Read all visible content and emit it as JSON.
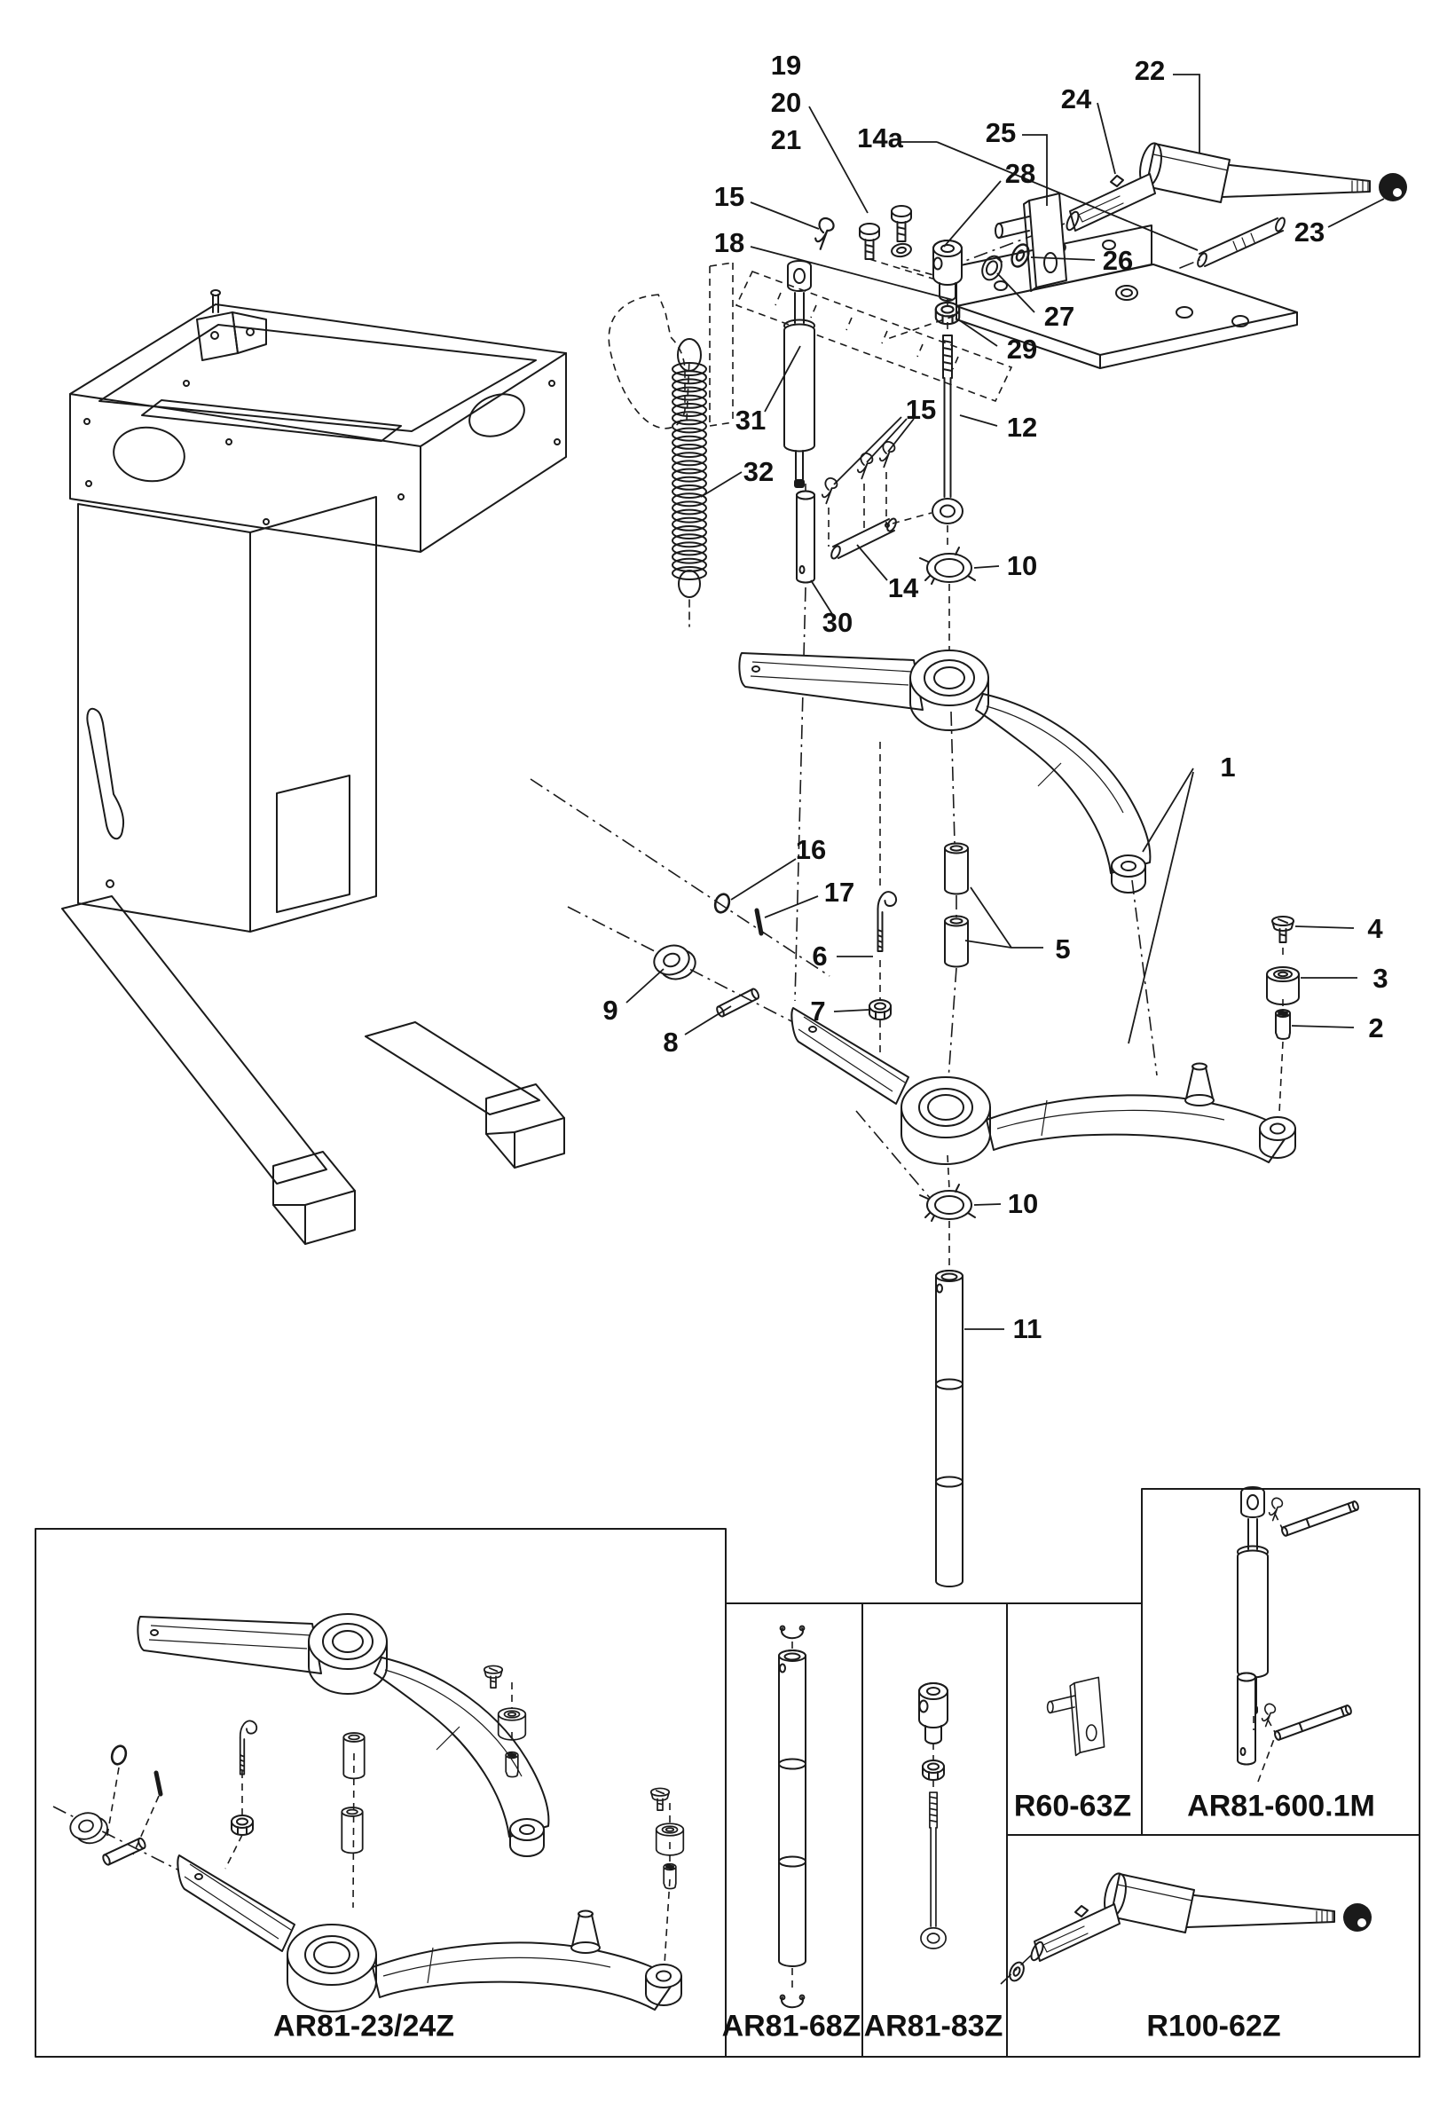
{
  "diagram": {
    "callouts": {
      "c1": "1",
      "c2": "2",
      "c3": "3",
      "c4": "4",
      "c5": "5",
      "c6": "6",
      "c7": "7",
      "c8": "8",
      "c9": "9",
      "c10a": "10",
      "c10b": "10",
      "c11": "11",
      "c12": "12",
      "c14": "14",
      "c14a": "14a",
      "c15a": "15",
      "c15b": "15",
      "c16": "16",
      "c17": "17",
      "c18": "18",
      "c19": "19",
      "c20": "20",
      "c21": "21",
      "c22": "22",
      "c23": "23",
      "c24": "24",
      "c25": "25",
      "c26": "26",
      "c27": "27",
      "c28": "28",
      "c29": "29",
      "c30": "30",
      "c31": "31",
      "c32": "32"
    },
    "panels": {
      "p1": "AR81-23/24Z",
      "p2": "AR81-68Z",
      "p3": "AR81-83Z",
      "p4": "R60-63Z",
      "p5": "AR81-600.1M",
      "p6": "R100-62Z"
    },
    "colors": {
      "line": "#1a1a1a",
      "background": "#ffffff",
      "knob_fill": "#000000"
    }
  }
}
